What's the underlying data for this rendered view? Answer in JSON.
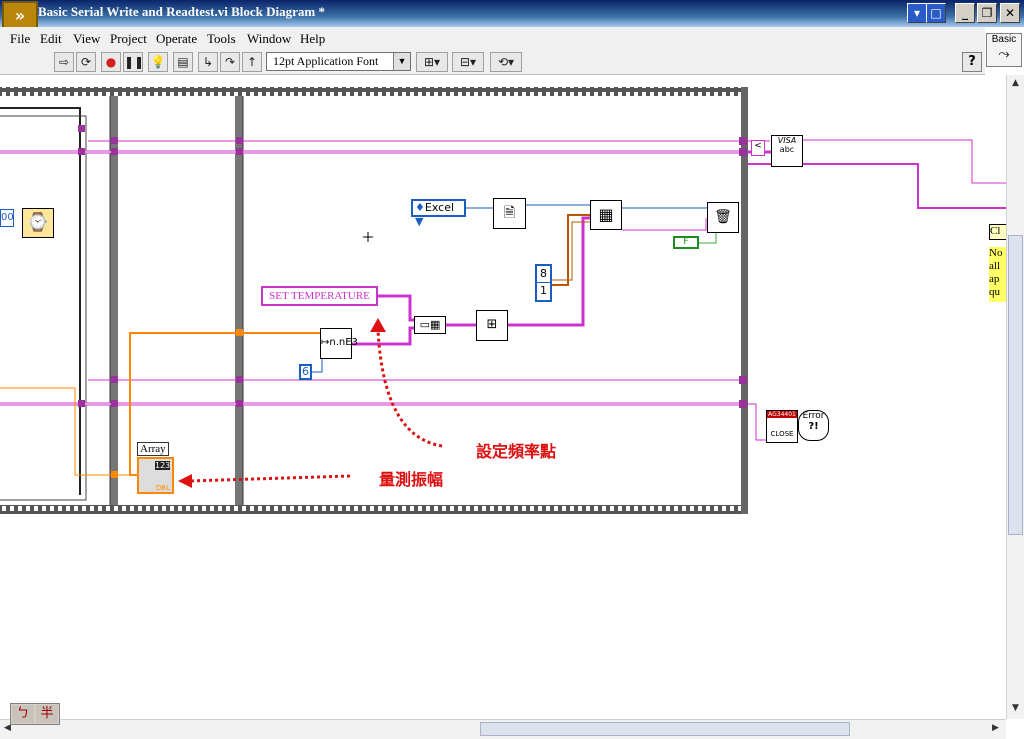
{
  "window": {
    "title": "Basic Serial Write and Readtest.vi Block Diagram *",
    "controls": [
      "minimize-icon",
      "maximize-icon",
      "close-icon"
    ]
  },
  "menu": [
    "File",
    "Edit",
    "View",
    "Project",
    "Operate",
    "Tools",
    "Window",
    "Help"
  ],
  "toolbar": {
    "font_select": "12pt Application Font",
    "palette_label": "Basic",
    "help_label": "?"
  },
  "diagram": {
    "ring_label": "Excel",
    "string_constant": "SET TEMPERATURE",
    "numeric_constant": "6",
    "numeric_top": "8",
    "numeric_bottom": "1",
    "left_numeric": "00",
    "array_label": "Array",
    "array_type": "123",
    "array_dtype": "DBL",
    "bool_constant": "F",
    "visa_label": "VISA",
    "visa_sub": "abc",
    "close_label": "CLOSE",
    "close_model": "AG34401",
    "error_label": "Error",
    "error_mark": "?!",
    "comment_fragment": [
      "Cl",
      "No",
      "all",
      "ap",
      "qu"
    ],
    "annotation_freq": "設定頻率點",
    "annotation_amp": "量測振幅",
    "colors": {
      "string_wire": "#cc33cc",
      "numeric_wire": "#ff8800",
      "dbl_wire": "#1a5fbf",
      "annotation": "#dd1111",
      "frame": "#555555"
    }
  },
  "ime": [
    "ㄅ",
    "半"
  ]
}
